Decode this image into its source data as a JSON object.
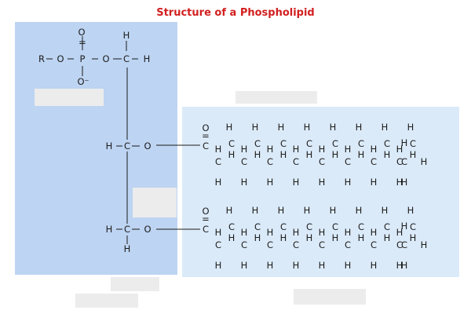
{
  "title": "Structure of a Phospholipid",
  "colors": {
    "title": "#d21f1f",
    "head_panel": "#bdd4f2",
    "tail_panel": "#dbeaf9",
    "blank_label": "#ececec",
    "bond": "#1c1c1c"
  },
  "atoms": {
    "R": "R",
    "O": "O",
    "P": "P",
    "C": "C",
    "H": "H",
    "O_minus": "O⁻",
    "double_bond": "=",
    "single_bond": "–"
  },
  "label_blanks": [
    {
      "id": "label-phosphate-head"
    },
    {
      "id": "label-glycerol"
    },
    {
      "id": "label-fatty-acid-tail"
    },
    {
      "id": "label-bottom-left"
    },
    {
      "id": "label-bottom-center"
    },
    {
      "id": "label-bottom-right"
    }
  ]
}
